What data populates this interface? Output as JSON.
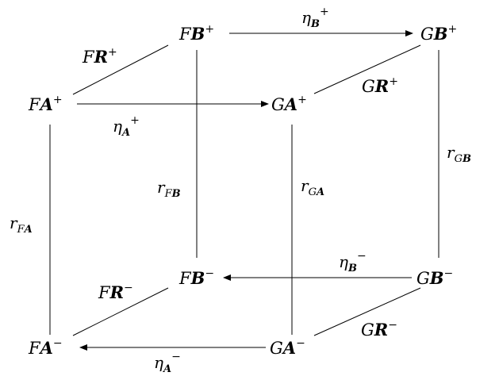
{
  "nodes": {
    "FB_plus": {
      "pre": "F",
      "cal": "B",
      "sup": "+"
    },
    "GB_plus": {
      "pre": "G",
      "cal": "B",
      "sup": "+"
    },
    "FA_plus": {
      "pre": "F",
      "cal": "A",
      "sup": "+"
    },
    "GA_plus": {
      "pre": "G",
      "cal": "A",
      "sup": "+"
    },
    "FB_minus": {
      "pre": "F",
      "cal": "B",
      "sup": "−"
    },
    "GB_minus": {
      "pre": "G",
      "cal": "B",
      "sup": "−"
    },
    "FA_minus": {
      "pre": "F",
      "cal": "A",
      "sup": "−"
    },
    "GA_minus": {
      "pre": "G",
      "cal": "A",
      "sup": "−"
    }
  },
  "labels": {
    "eta_B_plus": {
      "base": "η",
      "sub": "B",
      "sup": "+"
    },
    "eta_A_plus": {
      "base": "η",
      "sub": "A",
      "sup": "+"
    },
    "eta_B_minus": {
      "base": "η",
      "sub": "B",
      "sup": "−"
    },
    "eta_A_minus": {
      "base": "η",
      "sub": "A",
      "sup": "−"
    },
    "FR_plus": {
      "pre": "F",
      "bold": "R",
      "sup": "+"
    },
    "GR_plus": {
      "pre": "G",
      "bold": "R",
      "sup": "+"
    },
    "FR_minus": {
      "pre": "F",
      "bold": "R",
      "sup": "−"
    },
    "GR_minus": {
      "pre": "G",
      "bold": "R",
      "sup": "−"
    },
    "r_FA": {
      "base": "r",
      "sub1": "F",
      "sub2": "A"
    },
    "r_FB": {
      "base": "r",
      "sub1": "F",
      "sub2": "B"
    },
    "r_GA": {
      "base": "r",
      "sub1": "G",
      "sub2": "A"
    },
    "r_GB": {
      "base": "r",
      "sub1": "G",
      "sub2": "B"
    }
  }
}
